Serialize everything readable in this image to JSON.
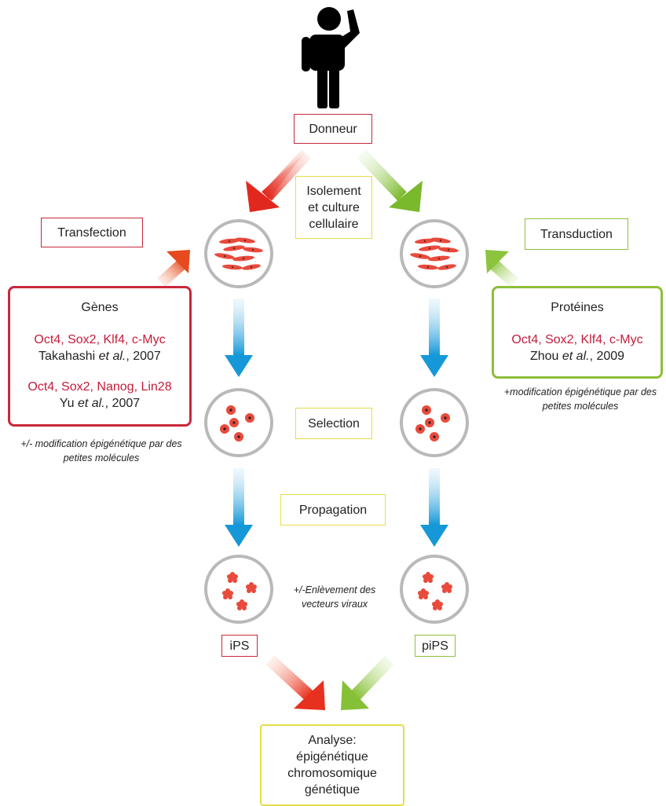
{
  "donor": {
    "label": "Donneur"
  },
  "steps": {
    "isolation": [
      "Isolement",
      "et culture",
      "cellulaire"
    ],
    "selection": "Selection",
    "propagation": "Propagation"
  },
  "left": {
    "method": "Transfection",
    "box_title": "Gènes",
    "factors_1": "Oct4, Sox2, Klf4, c-Myc",
    "ref_1_author": "Takahashi",
    "ref_1_etal": "et al.",
    "ref_1_year": ", 2007",
    "factors_2": "Oct4, Sox2, Nanog, Lin28",
    "ref_2_author": "Yu",
    "ref_2_etal": "et al.",
    "ref_2_year": ", 2007",
    "note": [
      "+/- modification épigénétique par des",
      "petites molécules"
    ],
    "result": "iPS"
  },
  "right": {
    "method": "Transduction",
    "box_title": "Protéines",
    "factors_1": "Oct4, Sox2, Klf4, c-Myc",
    "ref_1_author": "Zhou",
    "ref_1_etal": "et al.",
    "ref_1_year": ", 2009",
    "note": [
      "+modification épigénétique par des",
      "petites molécules"
    ],
    "result": "piPS"
  },
  "center_note": [
    "+/-Enlèvement des",
    "vecteurs viraux"
  ],
  "analysis": [
    "Analyse:",
    "épigénétique",
    "chromosomique",
    "génétique"
  ],
  "colors": {
    "red": "#c8283c",
    "green": "#8dbf3a",
    "yellow": "#e6dd4a",
    "blue": "#1a9ad6",
    "cell": "#e84a3c",
    "dish": "#b9b9b9"
  }
}
